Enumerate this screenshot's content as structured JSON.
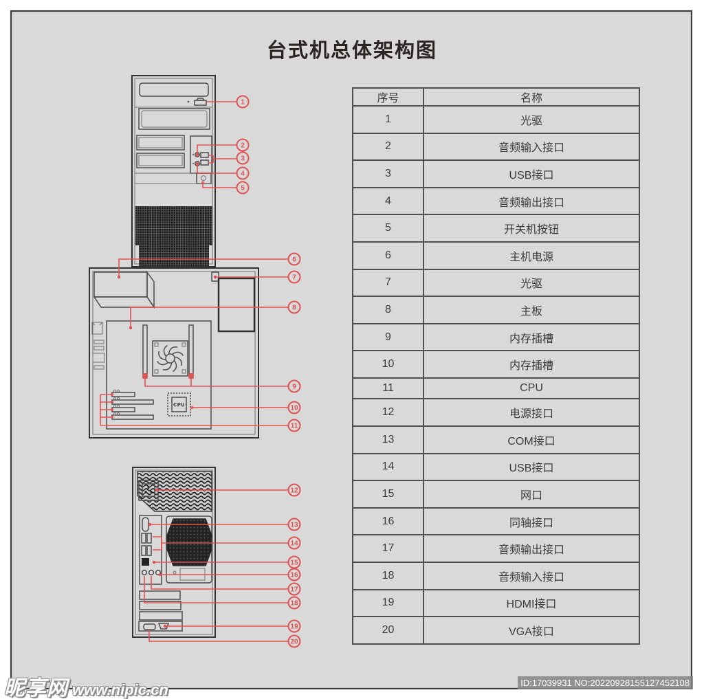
{
  "title": "台式机总体架构图",
  "table": {
    "headers": [
      "序号",
      "名称"
    ],
    "rows": [
      {
        "no": "1",
        "name": "光驱"
      },
      {
        "no": "2",
        "name": "音频输入接口"
      },
      {
        "no": "3",
        "name": "USB接口"
      },
      {
        "no": "4",
        "name": "音频输出接口"
      },
      {
        "no": "5",
        "name": "开关机按钮"
      },
      {
        "no": "6",
        "name": "主机电源"
      },
      {
        "no": "7",
        "name": "光驱"
      },
      {
        "no": "8",
        "name": "主板"
      },
      {
        "no": "9",
        "name": "内存插槽"
      },
      {
        "no": "10",
        "name": "内存插槽"
      },
      {
        "no": "11",
        "name": "CPU"
      },
      {
        "no": "12",
        "name": "电源接口"
      },
      {
        "no": "13",
        "name": "COM接口"
      },
      {
        "no": "14",
        "name": "USB接口"
      },
      {
        "no": "15",
        "name": "网口"
      },
      {
        "no": "16",
        "name": "同轴接口"
      },
      {
        "no": "17",
        "name": "音频输出接口"
      },
      {
        "no": "18",
        "name": "音频输入接口"
      },
      {
        "no": "19",
        "name": "HDMI接口"
      },
      {
        "no": "20",
        "name": "VGA接口"
      }
    ]
  },
  "diagram": {
    "cpu_label": "CPU",
    "callouts": [
      "1",
      "2",
      "3",
      "4",
      "5",
      "6",
      "7",
      "8",
      "9",
      "10",
      "11",
      "12",
      "13",
      "14",
      "15",
      "16",
      "17",
      "18",
      "19",
      "20"
    ]
  },
  "watermark": {
    "site_name": "昵享网",
    "site_url": "www.nipic.cn",
    "id_text": "ID:17039931 NO:20220928155127452108"
  },
  "colors": {
    "accent_red": "#e05252",
    "line_gray": "#4c4c4c",
    "background": "#d9d9d9"
  }
}
